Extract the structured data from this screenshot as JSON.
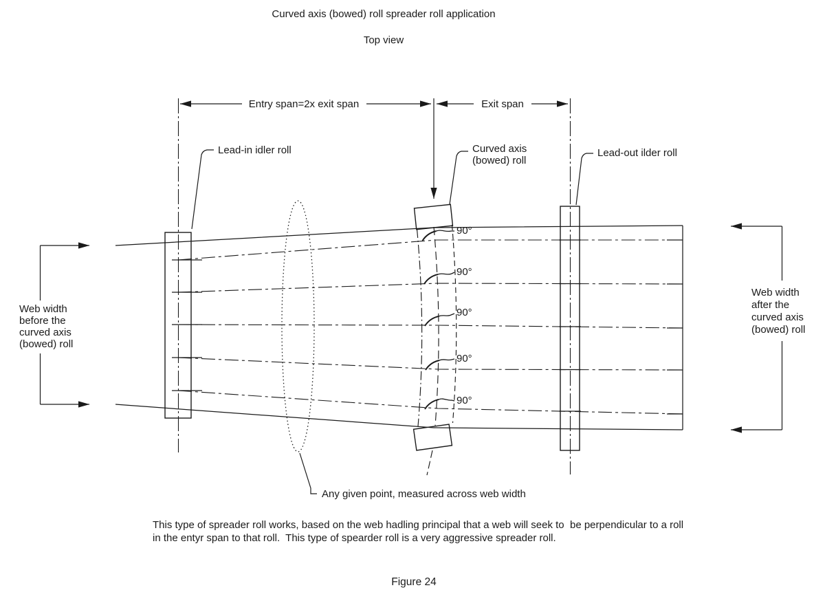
{
  "title": "Curved axis (bowed) roll spreader roll application",
  "subtitle": "Top view",
  "dimensions": {
    "entry_span": "Entry span=2x exit span",
    "exit_span": "Exit span"
  },
  "labels": {
    "lead_in_roll": "Lead-in idler roll",
    "curved_axis_roll_line1": "Curved axis",
    "curved_axis_roll_line2": "(bowed) roll",
    "lead_out_roll": "Lead-out ilder roll",
    "right_angle": "90°",
    "any_given_point": "Any given point, measured across web width",
    "web_width_before": [
      "Web width",
      "before the",
      "curved axis",
      "(bowed) roll"
    ],
    "web_width_after": [
      "Web width",
      "after the",
      "curved axis",
      "(bowed) roll"
    ]
  },
  "caption": {
    "line1": "This type of spreader roll works, based on the web hadling principal that a web will seek to  be perpendicular to a roll",
    "line2": "in the entyr span to that roll.  This type of spearder roll is a very aggressive spreader roll."
  },
  "figure_label": "Figure 24",
  "colors": {
    "ink": "#1a1a1a",
    "background": "#ffffff"
  }
}
